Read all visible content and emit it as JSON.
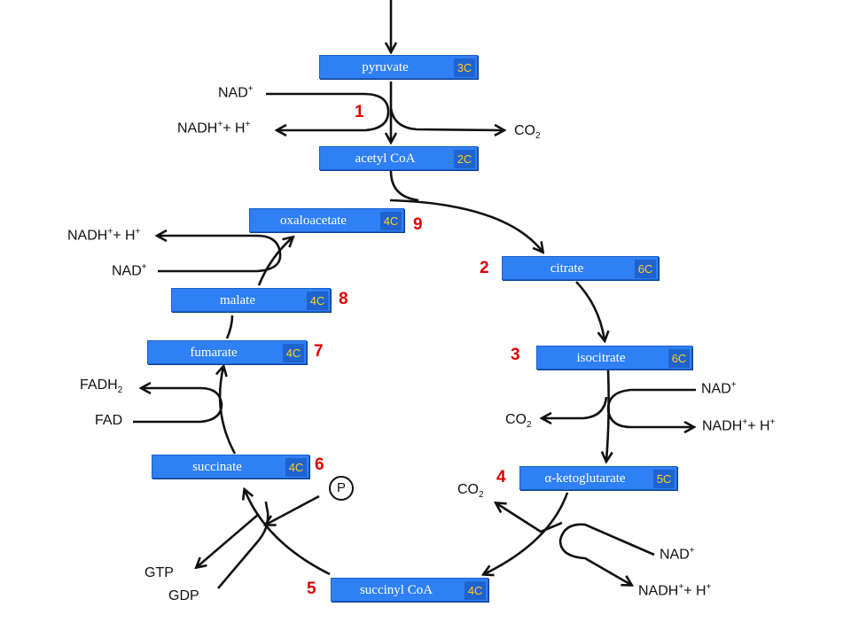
{
  "molecules": [
    {
      "id": "pyruvate",
      "name": "pyruvate",
      "carbons": "3C"
    },
    {
      "id": "acetyl-coa",
      "name": "acetyl CoA",
      "carbons": "2C"
    },
    {
      "id": "oxaloacetate",
      "name": "oxaloacetate",
      "carbons": "4C"
    },
    {
      "id": "citrate",
      "name": "citrate",
      "carbons": "6C"
    },
    {
      "id": "malate",
      "name": "malate",
      "carbons": "4C"
    },
    {
      "id": "isocitrate",
      "name": "isocitrate",
      "carbons": "6C"
    },
    {
      "id": "fumarate",
      "name": "fumarate",
      "carbons": "4C"
    },
    {
      "id": "alpha-ketoglutarate",
      "name": "α-ketoglutarate",
      "carbons": "5C"
    },
    {
      "id": "succinate",
      "name": "succinate",
      "carbons": "4C"
    },
    {
      "id": "succinyl-coa",
      "name": "succinyl CoA",
      "carbons": "4C"
    }
  ],
  "steps": [
    "1",
    "2",
    "3",
    "4",
    "5",
    "6",
    "7",
    "8",
    "9"
  ],
  "cofactors": {
    "nad": "NAD",
    "nad_charge": "+",
    "nadh": "NADH",
    "nadh_charge": "+",
    "plus_h": "+ H",
    "h_charge": "+",
    "co": "CO",
    "co_sub": "2",
    "fadh": "FADH",
    "fadh_sub": "2",
    "fad": "FAD",
    "gtp": "GTP",
    "gdp": "GDP",
    "phosphate": "P"
  },
  "colors": {
    "box_fill": "#2f80f5",
    "carbon_text": "#ffd21a",
    "step_number": "#e00000",
    "arrow": "#111111"
  }
}
